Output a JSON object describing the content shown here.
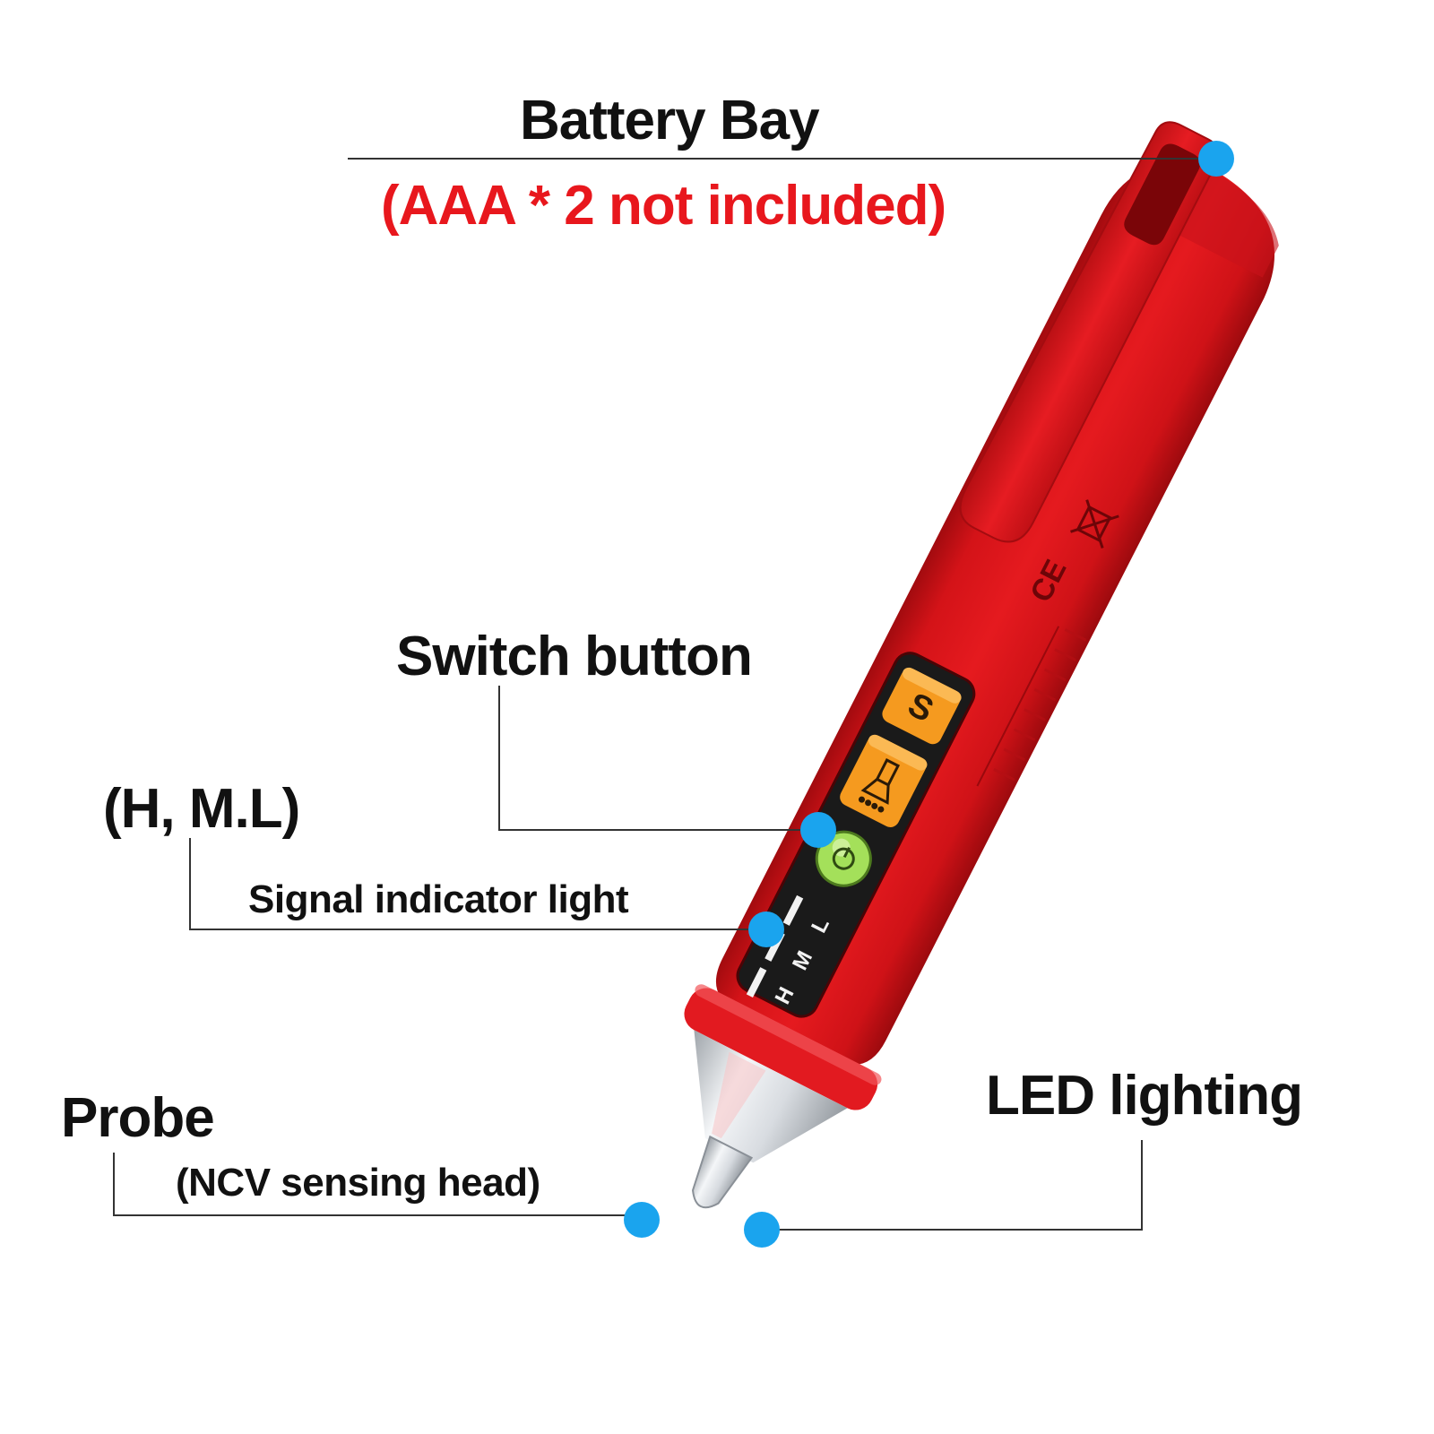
{
  "callouts": {
    "battery_bay": {
      "title": "Battery Bay",
      "note": "(AAA * 2 not included)"
    },
    "switch_button": {
      "title": "Switch button"
    },
    "signal": {
      "levels": "(H, M.L)",
      "title": "Signal indicator light"
    },
    "probe": {
      "title": "Probe",
      "note": "(NCV sensing head)"
    },
    "led": {
      "title": "LED lighting"
    }
  },
  "device": {
    "body_color": "#dc1419",
    "dark_body_color": "#a90d11",
    "button_color": "#f59a1f",
    "power_button_color": "#a4e05a",
    "panel_color": "#1a1a1a",
    "dot_color": "#1aa4ee",
    "note_color": "#e8171d",
    "marks": {
      "ce": "CE",
      "button_s": "S",
      "levels": [
        "L",
        "M",
        "H"
      ]
    },
    "icons": [
      "flashlight-icon",
      "power-icon",
      "recycle-bin-icon"
    ]
  }
}
